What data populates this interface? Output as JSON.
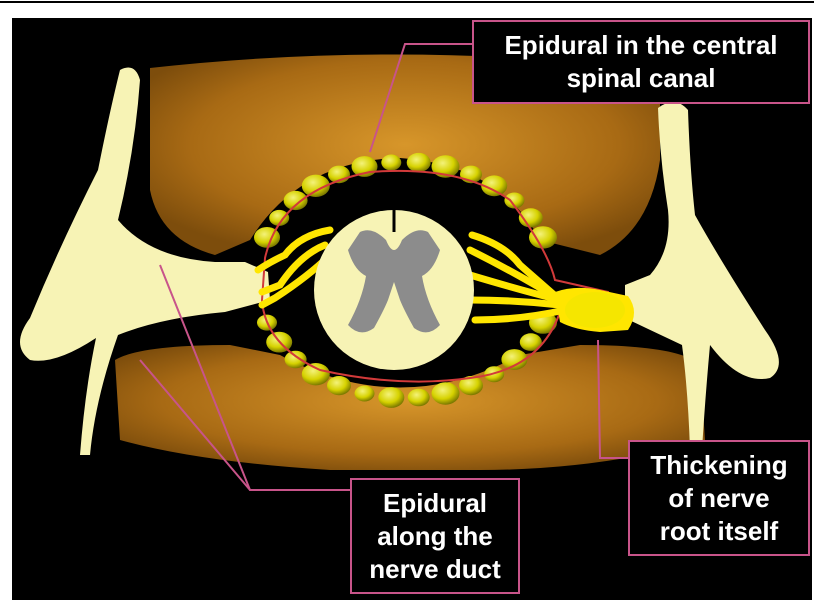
{
  "figure": {
    "labels": {
      "central_canal": "Epidural in the central\nspinal canal",
      "nerve_duct": "Epidural\nalong the\nnerve duct",
      "thickening": "Thickening\nof nerve\nroot itself"
    },
    "colors": {
      "background": "#000000",
      "vertebra": "#a86a14",
      "bone": "#f7f3b5",
      "nerve": "#ffe600",
      "fat_nodule": "#d9d400",
      "grey_matter": "#8c8c8c",
      "dura_outline": "#d23a3a",
      "leader": "#c8548a"
    }
  }
}
